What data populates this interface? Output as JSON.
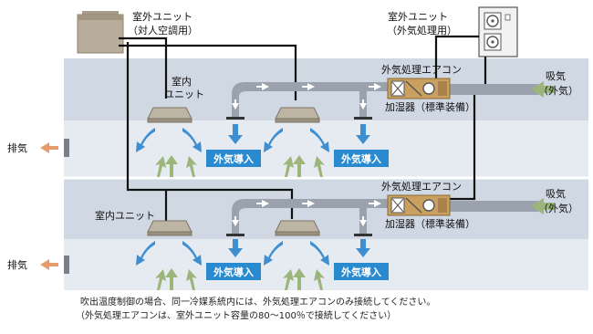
{
  "outdoor_units": {
    "left": {
      "title": "室外ユニット",
      "sub": "（対人空調用）"
    },
    "right": {
      "title": "室外ユニット",
      "sub": "（外気処理用）"
    }
  },
  "floors": [
    {
      "aircon_label": "外気処理エアコン",
      "humidifier_label": "加湿器（標準装備）",
      "indoor_unit_label": "室内\nユニット",
      "intake_label": "吸気",
      "intake_sub": "（外気）",
      "exhaust_label": "排気",
      "fresh_air_labels": [
        "外気導入",
        "外気導入"
      ]
    },
    {
      "aircon_label": "外気処理エアコン",
      "humidifier_label": "加湿器（標準装備）",
      "indoor_unit_label": "室内ユニット",
      "intake_label": "吸気",
      "intake_sub": "（外気）",
      "exhaust_label": "排気",
      "fresh_air_labels": [
        "外気導入",
        "外気導入"
      ]
    }
  ],
  "notes": [
    "吹出温度制御の場合、同一冷媒系統内には、外気処理エアコンのみ接続してください。",
    "（外気処理エアコンは、室外ユニット容量の80〜100％で接続してください）"
  ],
  "colors": {
    "floor_band": "#cfd8e3",
    "room_band": "#e6ebf2",
    "duct": "#9aa3ad",
    "airflow_blue": "#3f8fd0",
    "airflow_green": "#9bb57a",
    "fresh_air_box": "#2a8ad0",
    "exhaust_orange": "#e89a6a",
    "refrigerant_line": "#111111"
  }
}
